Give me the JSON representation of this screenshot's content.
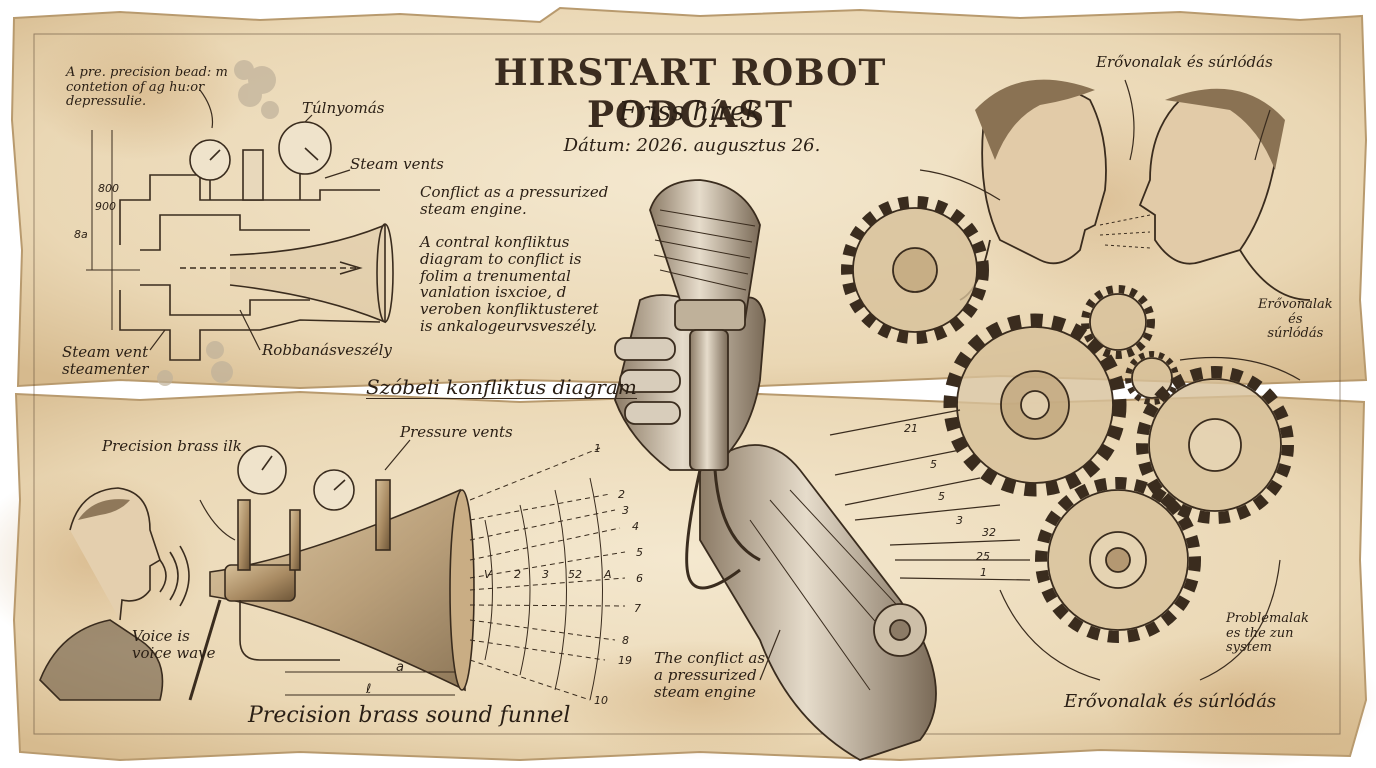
{
  "header": {
    "title": "HIRSTART ROBOT PODCAST",
    "subtitle": "Friss hírek",
    "date": "Dátum: 2026. augusztus 26."
  },
  "steam_diagram": {
    "note_precision": "A pre. precision bead: m\ncontetion of ag hu:or\ndepressulie.",
    "overpressure": "Túlnyomás",
    "steam_vents": "Steam vents",
    "conflict_en": "Conflict as a pressurized\nsteam engine.",
    "conflict_hu": "A contral konfliktus\ndiagram to conflict is\nfolim a trenumental\nvanlation isxcioe, d\nveroben konfliktusteret\nis ankalogeurvsveszély.",
    "steam_vent_label": "Steam vent\nsteamenter",
    "explosion": "Robbanásveszély",
    "dim_small": "8a",
    "dim_900": "900",
    "dim_800": "800"
  },
  "oral_diagram": {
    "title": "Szóbeli konfliktus diagram",
    "precision_brass": "Precision brass ilk",
    "pressure_vents": "Pressure vents",
    "voice": "Voice is\nvoice wave",
    "funnel": "Precision brass sound funnel",
    "dim_a": "a",
    "dim_l": "ℓ",
    "wave_numbers": [
      "1",
      "2",
      "3",
      "4",
      "5",
      "6",
      "7",
      "8",
      "19",
      "10"
    ],
    "inner_numbers": [
      "V",
      "2",
      "3",
      "52",
      "A"
    ]
  },
  "center": {
    "conflict_engine": "The conflict as\na pressurized\nsteam engine"
  },
  "right": {
    "top_label": "Erővonalak és súrlódás",
    "side_label": "Erővonalak\nés\nsúrlódás",
    "bottom_label": "Erővonalak és súrlódás",
    "problem": "Problemalak\nes the zun\nsystem",
    "force_numbers": [
      "21",
      "5",
      "5",
      "3",
      "32",
      "25",
      "1"
    ]
  },
  "colors": {
    "paper": "#efe0c2",
    "paper_edge": "#d8c09a",
    "ink": "#2a1f15",
    "brass": "#a88a62",
    "stain": "#c9a878"
  }
}
